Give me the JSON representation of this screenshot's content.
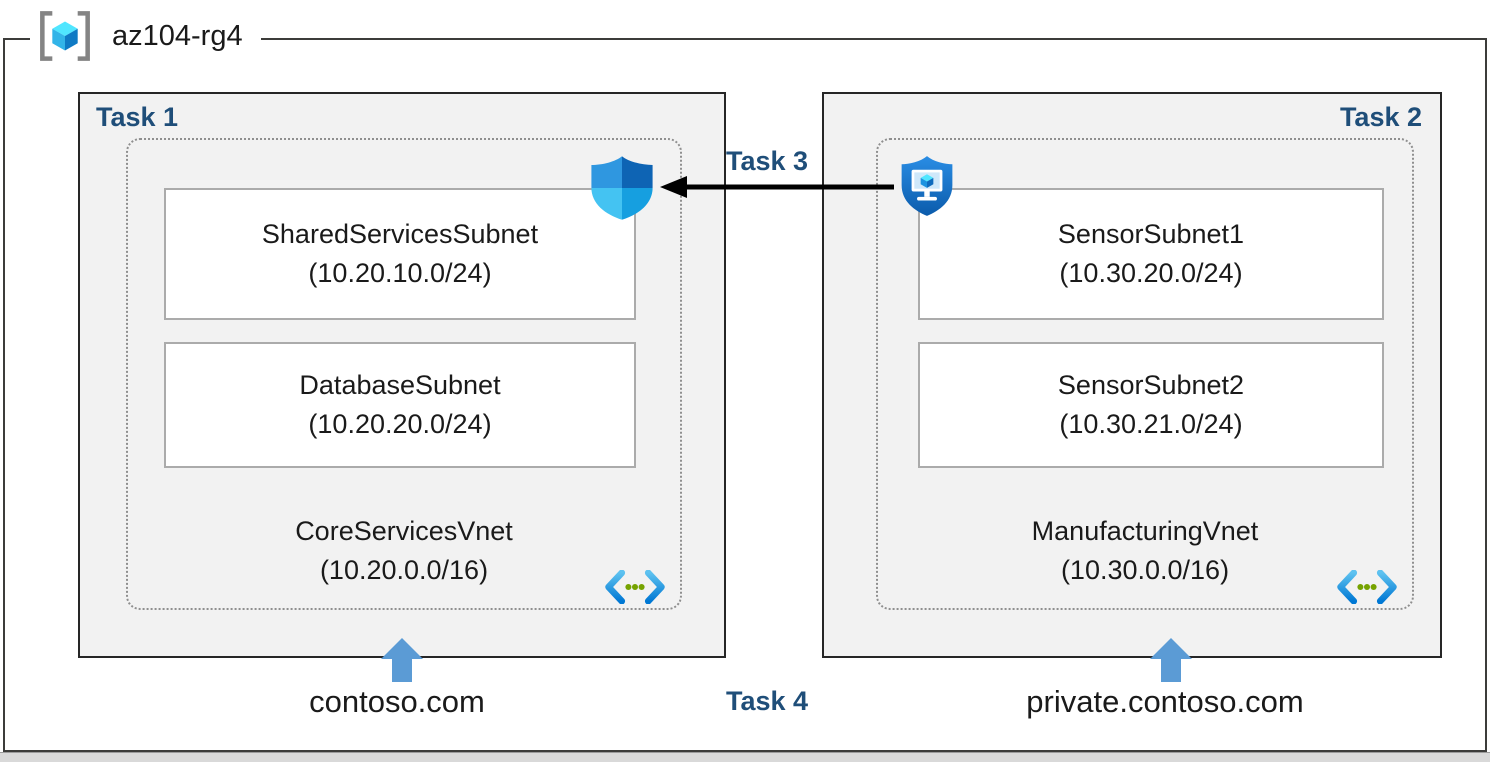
{
  "diagram": {
    "resource_group": "az104-rg4",
    "task1": "Task 1",
    "task2": "Task 2",
    "task3": "Task 3",
    "task4": "Task 4",
    "left_vnet": {
      "name": "CoreServicesVnet",
      "cidr": "(10.20.0.0/16)",
      "subnets": [
        {
          "name": "SharedServicesSubnet",
          "cidr": "(10.20.10.0/24)"
        },
        {
          "name": "DatabaseSubnet",
          "cidr": "(10.20.20.0/24)"
        }
      ],
      "dns": "contoso.com"
    },
    "right_vnet": {
      "name": "ManufacturingVnet",
      "cidr": "(10.30.0.0/16)",
      "subnets": [
        {
          "name": "SensorSubnet1",
          "cidr": "(10.30.20.0/24)"
        },
        {
          "name": "SensorSubnet2",
          "cidr": "(10.30.21.0/24)"
        }
      ],
      "dns": "private.contoso.com"
    },
    "icons": {
      "resource_group": "resource-group-icon",
      "left_shield": "security-shield-icon",
      "right_shield": "secured-vm-shield-icon",
      "vnet": "virtual-network-icon",
      "up_arrow": "up-arrow-icon"
    },
    "colors": {
      "task_label": "#1F4E79",
      "frame_border": "#3C3C3A",
      "box_fill": "#F2F2F2",
      "box_border": "#262626",
      "dotted_border": "#8F8F8F",
      "arrow_fill": "#5B9BD5",
      "azure_blue": "#0078D4",
      "light_cyan": "#50E6FF",
      "dot_green": "#76A300"
    }
  }
}
